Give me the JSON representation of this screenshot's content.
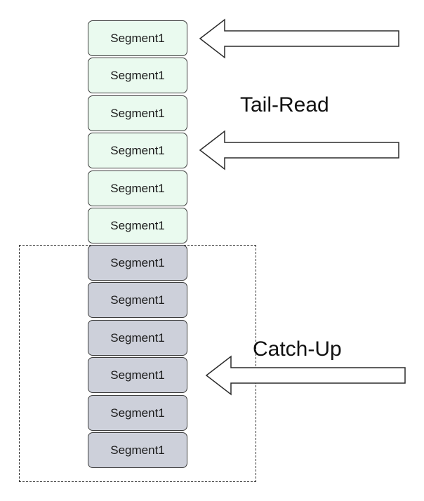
{
  "segments": [
    {
      "label": "Segment1",
      "group": "tail"
    },
    {
      "label": "Segment1",
      "group": "tail"
    },
    {
      "label": "Segment1",
      "group": "tail"
    },
    {
      "label": "Segment1",
      "group": "tail"
    },
    {
      "label": "Segment1",
      "group": "tail"
    },
    {
      "label": "Segment1",
      "group": "tail"
    },
    {
      "label": "Segment1",
      "group": "catchup"
    },
    {
      "label": "Segment1",
      "group": "catchup"
    },
    {
      "label": "Segment1",
      "group": "catchup"
    },
    {
      "label": "Segment1",
      "group": "catchup"
    },
    {
      "label": "Segment1",
      "group": "catchup"
    },
    {
      "label": "Segment1",
      "group": "catchup"
    }
  ],
  "labels": {
    "tail_read": "Tail-Read",
    "catch_up": "Catch-Up"
  },
  "colors": {
    "tail_fill": "#eafaef",
    "catchup_fill": "#cdd0da",
    "border": "#3d3d3d"
  }
}
